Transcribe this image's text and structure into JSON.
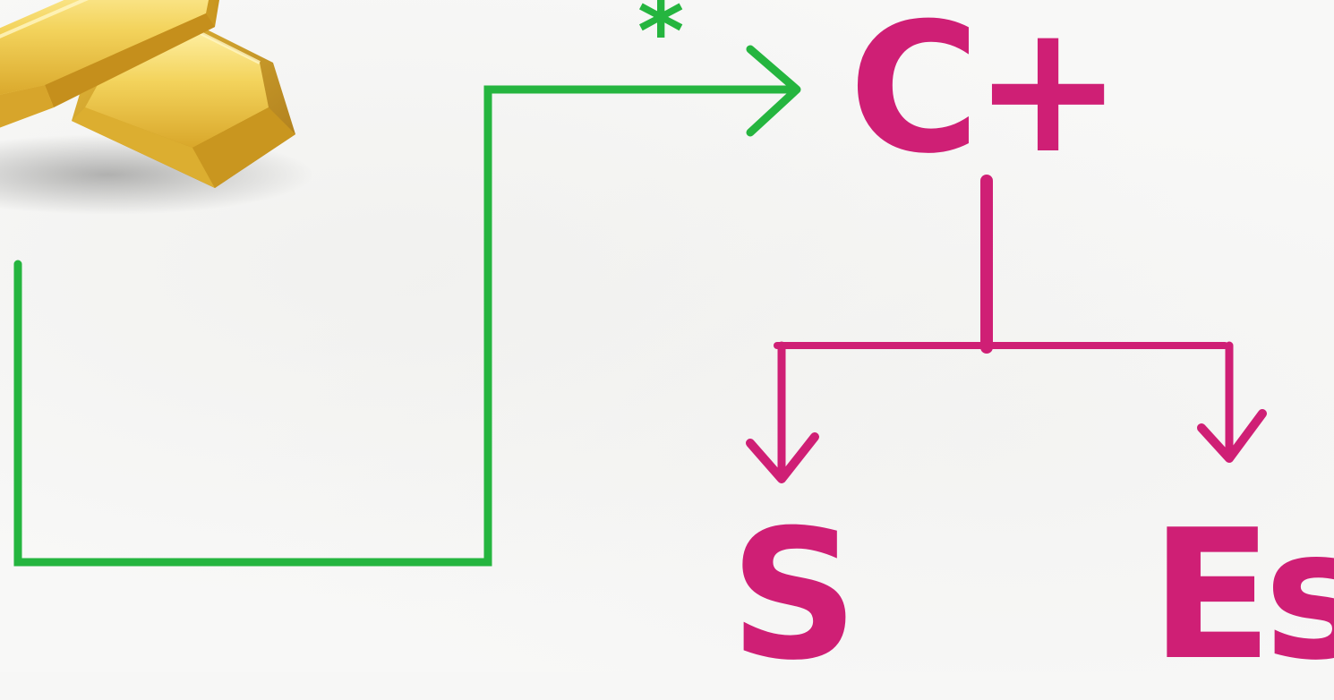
{
  "diagram": {
    "nodes": {
      "top": "C+",
      "left_child": "S",
      "right_child": "Es"
    },
    "annotation": "*",
    "image": "gold-bars"
  },
  "colors": {
    "magenta": "#cf1f75",
    "green": "#25b53f",
    "gold_light": "#f6dd70",
    "gold_mid": "#e4bb34",
    "gold_dark": "#b8871a",
    "background": "#f8f8f7"
  }
}
